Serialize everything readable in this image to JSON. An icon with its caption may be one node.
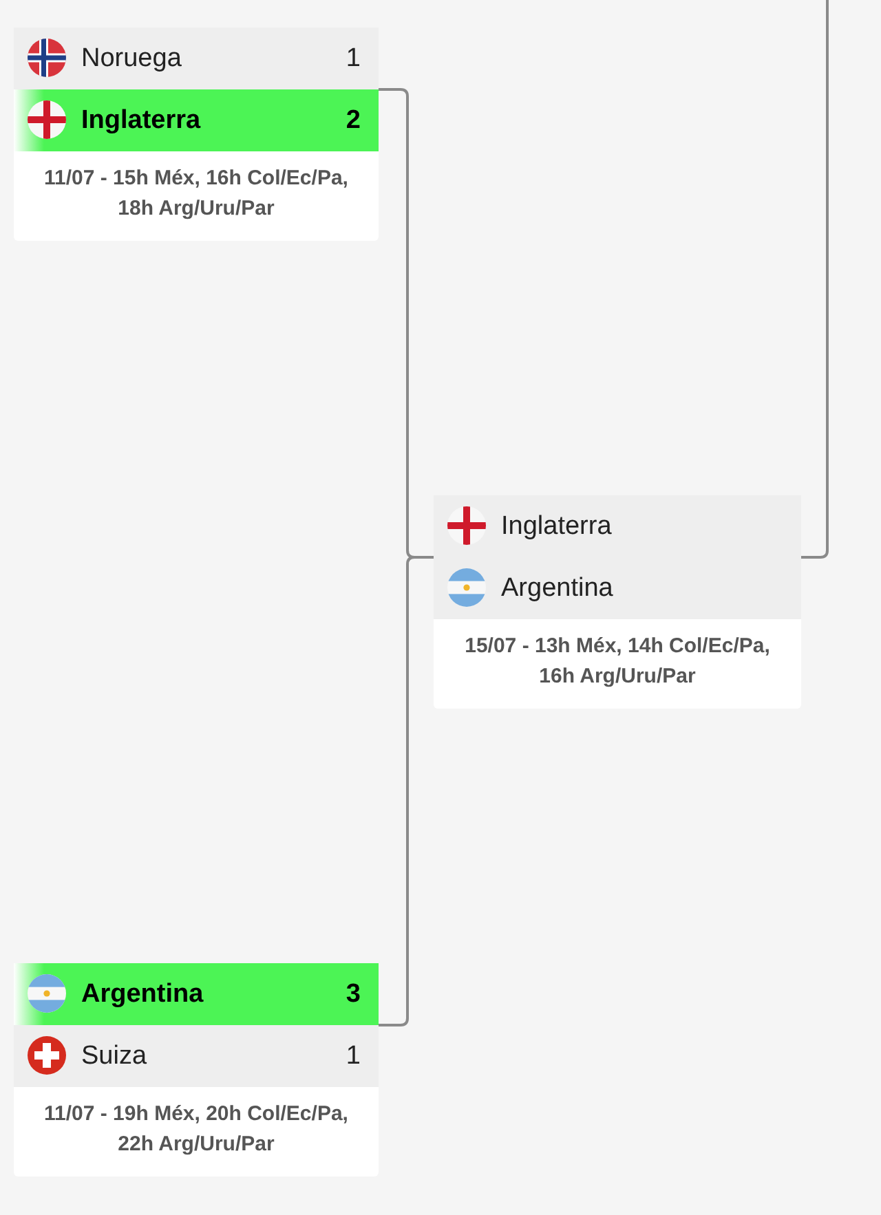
{
  "diagram": {
    "nodes": [
      {
        "text": [
          "11/07 - 15h Méx, 16h Col/Ec/Pa, 18h Arg/Uru/Par"
        ]
      },
      {
        "text": [
          "Noruega",
          "1"
        ],
        "in": 0
      },
      {
        "text": [
          "Inglaterra",
          "2"
        ],
        "in": 0
      },
      {
        "text": [
          "15/07 - 13h Méx, 14h Col/Ec/Pa, 16h Arg/Uru/Par"
        ]
      },
      {
        "text": [
          "Inglaterra"
        ],
        "in": 3
      },
      {
        "text": [
          "Argentina"
        ],
        "in": 3
      },
      {
        "text": [
          "11/07 - 19h Méx, 20h Col/Ec/Pa, 22h Arg/Uru/Par"
        ]
      },
      {
        "text": [
          "Argentina",
          "3"
        ],
        "in": 6
      },
      {
        "text": [
          "Suiza",
          "1"
        ],
        "in": 6
      }
    ],
    "edges": [
      {
        "from": 0,
        "to": 3,
        "arrow": "none"
      },
      {
        "from": 6,
        "to": 3,
        "arrow": "none"
      },
      {
        "from": 3,
        "to": null,
        "arrow": "none"
      }
    ]
  }
}
